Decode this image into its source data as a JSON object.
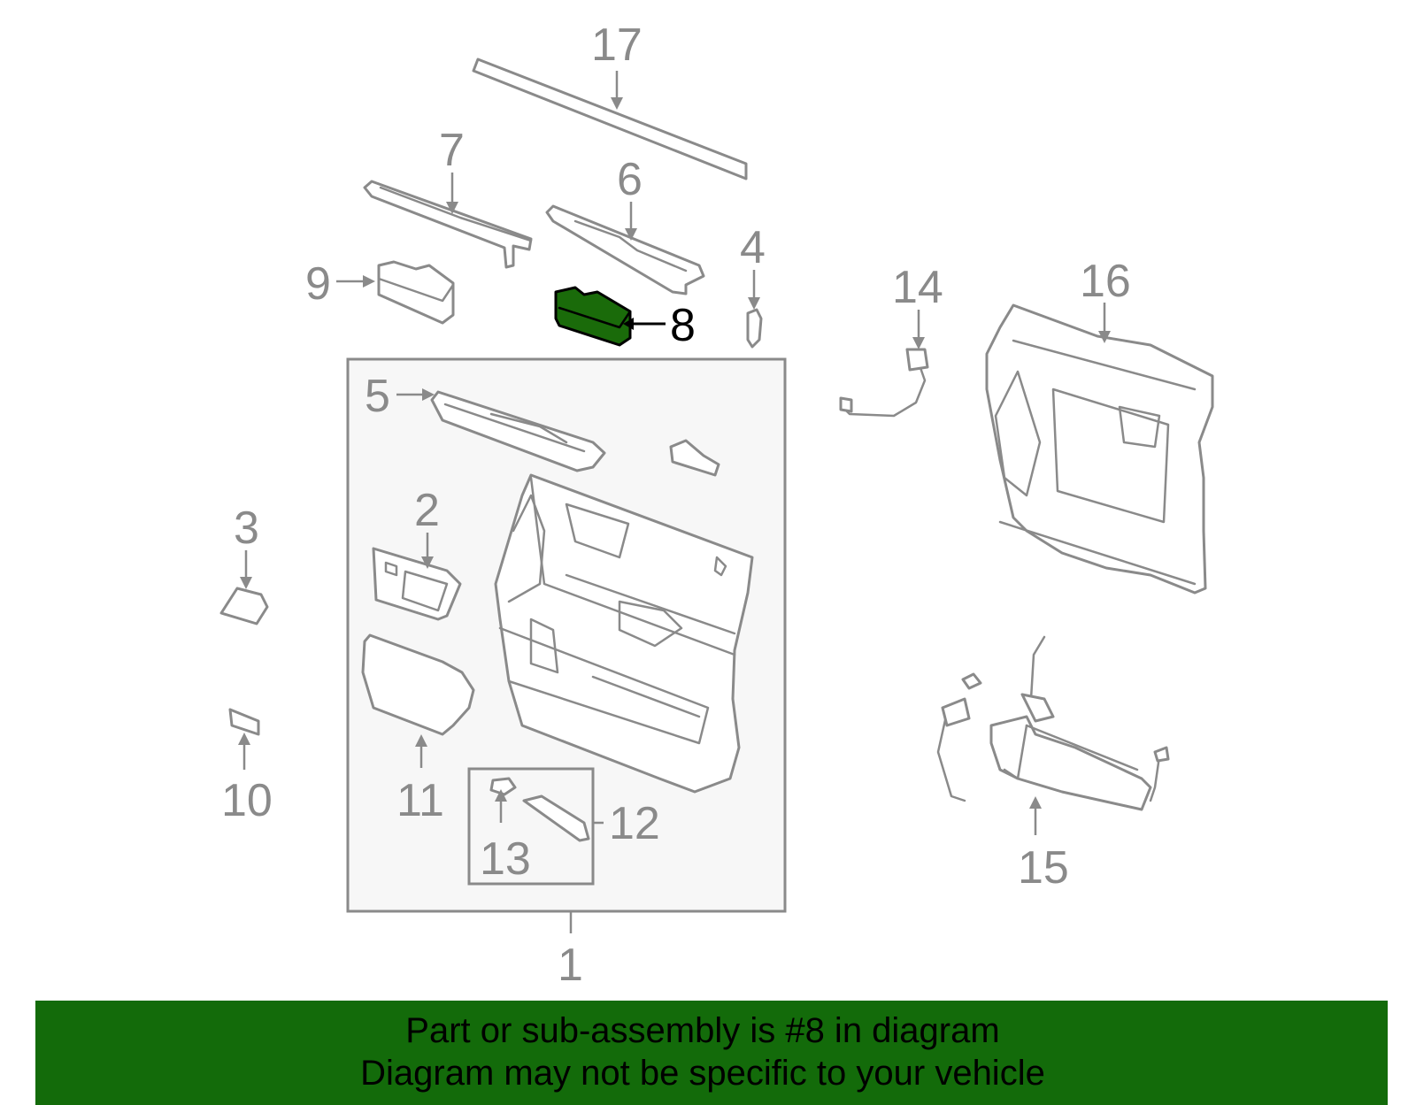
{
  "colors": {
    "banner_background": "#136b0a",
    "highlight_fill": "#1a6b0a",
    "line_gray": "#8a8a8a",
    "panel_background": "#f7f7f7"
  },
  "callouts": {
    "c1": "1",
    "c2": "2",
    "c3": "3",
    "c4": "4",
    "c5": "5",
    "c6": "6",
    "c7": "7",
    "c8": "8",
    "c9": "9",
    "c10": "10",
    "c11": "11",
    "c12": "12",
    "c13": "13",
    "c14": "14",
    "c15": "15",
    "c16": "16",
    "c17": "17"
  },
  "highlighted_part": "8",
  "banner": {
    "line1": "Part or sub-assembly is #8 in diagram",
    "line2": "Diagram may not be specific to your vehicle"
  }
}
